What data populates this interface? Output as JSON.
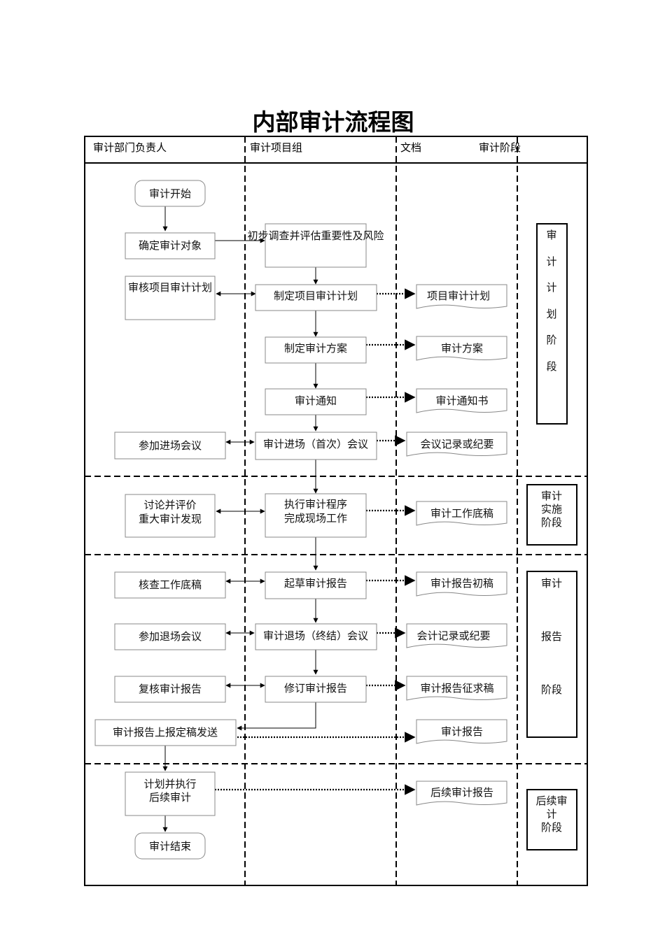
{
  "title": "内部审计流程图",
  "lanes": [
    "审计部门负责人",
    "审计项目组",
    "文档",
    "审计阶段"
  ],
  "nodes": {
    "start": "审计开始",
    "n1": "确定审计对象",
    "n2": "初步调查并评估重要性及风险",
    "n3": "审核项目审计计划",
    "n4": "制定项目审计计划",
    "d1": "项目审计计划",
    "n5": "制定审计方案",
    "d2": "审计方案",
    "n6": "审计通知",
    "d3": "审计通知书",
    "n7": "参加进场会议",
    "n8": "审计进场（首次）会议",
    "d4": "会议记录或纪要",
    "n9": [
      "讨论并评价",
      "重大审计发现"
    ],
    "n10": [
      "执行审计程序",
      "完成现场工作"
    ],
    "d5": "审计工作底稿",
    "n11": "核查工作底稿",
    "n12": "起草审计报告",
    "d6": "审计报告初稿",
    "n13": "参加退场会议",
    "n14": "审计退场（终结）会议",
    "d7": "会计记录或纪要",
    "n15": "复核审计报告",
    "n16": "修订审计报告",
    "d8": "审计报告征求稿",
    "n17": "审计报告上报定稿发送",
    "d9": "审计报告",
    "n18": [
      "计划并执行",
      "后续审计"
    ],
    "d10": "后续审计报告",
    "end": "审计结束"
  },
  "stages": {
    "plan": [
      "审",
      "计",
      "计",
      "划",
      "阶",
      "段"
    ],
    "impl": [
      "审计",
      "实施",
      "阶段"
    ],
    "report": [
      "审计",
      "报告",
      "阶段"
    ],
    "follow": [
      "后续审",
      "计",
      "阶段"
    ]
  }
}
